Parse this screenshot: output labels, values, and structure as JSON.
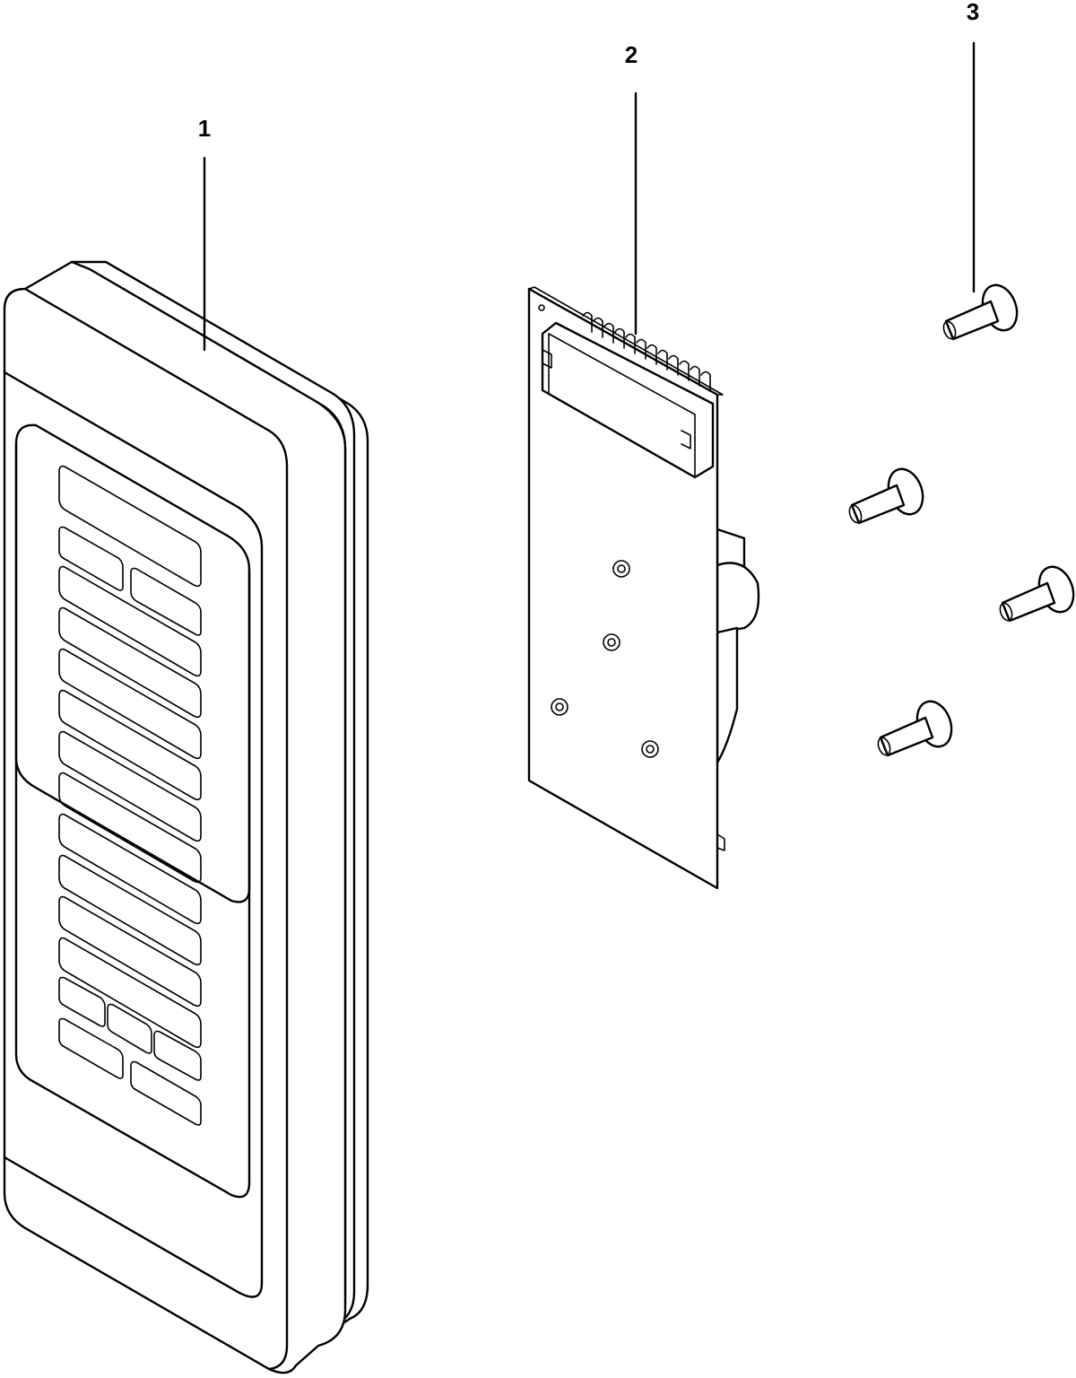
{
  "diagram": {
    "callouts": [
      {
        "id": "1",
        "label": "1"
      },
      {
        "id": "2",
        "label": "2"
      },
      {
        "id": "3",
        "label": "3"
      }
    ],
    "parts": [
      {
        "callout": "1",
        "icon": "control-panel-icon"
      },
      {
        "callout": "2",
        "icon": "circuit-board-icon"
      },
      {
        "callout": "3",
        "icon": "screw-icon",
        "count": 4
      }
    ],
    "colors": {
      "line": "#000000",
      "background": "#ffffff"
    }
  }
}
